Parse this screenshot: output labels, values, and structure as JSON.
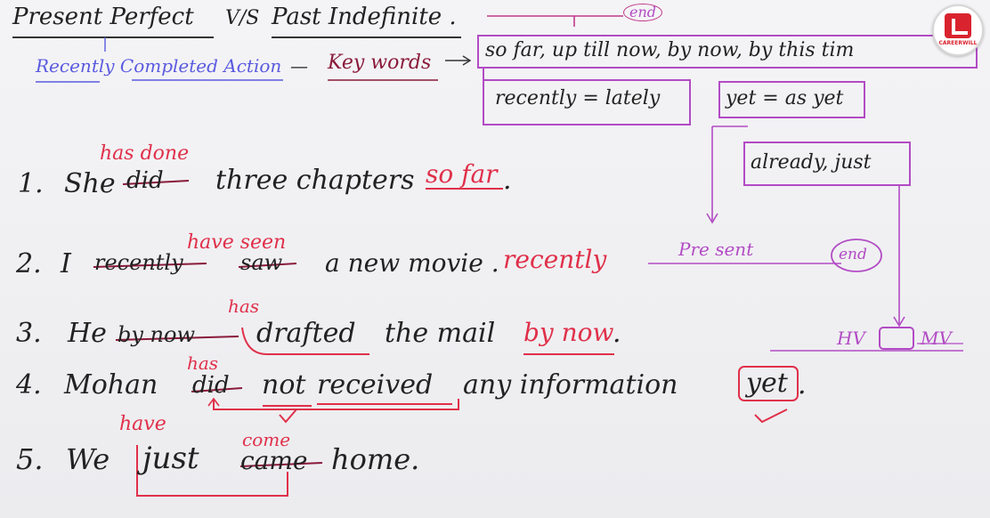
{
  "heading": {
    "left": "Present Perfect",
    "vs": "V/S",
    "right": "Past Indefinite ."
  },
  "labels": {
    "end_top": "end",
    "recently_completed": "Recently Completed Action",
    "dash": "—",
    "keywords": "Key words",
    "box1": "so far, up till now, by now, by this tim",
    "box2": "recently = lately",
    "box3": "yet = as yet",
    "box4": "already, just",
    "present": "Pre sent",
    "end_mid": "end",
    "hv": "HV",
    "mv": "MV"
  },
  "sentences": [
    {
      "num": "1.",
      "subject": "She",
      "struck": "did",
      "correction": "has done",
      "rest": "three chapters",
      "keyword": "so far",
      "end": "."
    },
    {
      "num": "2.",
      "subject": "I",
      "struck": "recently",
      "struck2": "saw",
      "correction": "have seen",
      "rest": "a new movie .",
      "keyword": "recently"
    },
    {
      "num": "3.",
      "subject": "He",
      "struck": "by now",
      "correction": "has",
      "verb": "drafted",
      "rest": "the mail",
      "keyword": "by now",
      "end": "."
    },
    {
      "num": "4.",
      "subject": "Mohan",
      "struck": "did",
      "correction": "has",
      "neg": "not",
      "verb": "received",
      "rest": "any information",
      "keyword": "yet",
      "end": "."
    },
    {
      "num": "5.",
      "subject": "We",
      "adverb": "just",
      "struck": "came",
      "correction": "come",
      "correction2": "have",
      "rest": "home."
    }
  ],
  "logo": {
    "brand": "CAREERWILL"
  },
  "colors": {
    "ink": "#222222",
    "blue": "#5a5ae0",
    "maroon": "#8a1a3a",
    "red": "#e0304a",
    "purple": "#b24bc4",
    "logo_red": "#d9232e"
  }
}
